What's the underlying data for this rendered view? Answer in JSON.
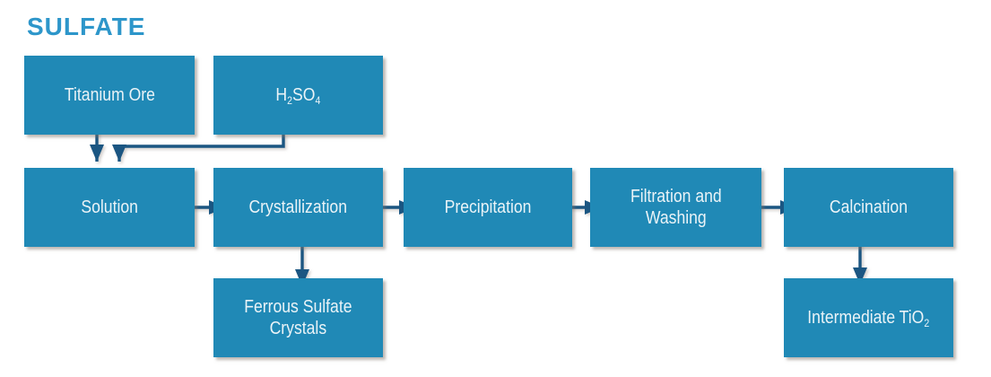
{
  "title": "SULFATE",
  "colors": {
    "box": "#2089b6",
    "arrow": "#1b5682",
    "title": "#2d96ca",
    "text": "#eaf3f7"
  },
  "nodes": {
    "titanium_ore": {
      "label": "Titanium Ore"
    },
    "h2so4": {
      "parts": [
        "H",
        "2",
        "SO",
        "4"
      ]
    },
    "solution": {
      "label": "Solution"
    },
    "crystallization": {
      "label": "Crystallization"
    },
    "precipitation": {
      "label": "Precipitation"
    },
    "filtration_washing": {
      "lines": [
        "Filtration and",
        "Washing"
      ]
    },
    "calcination": {
      "label": "Calcination"
    },
    "ferrous_sulfate": {
      "lines": [
        "Ferrous Sulfate",
        "Crystals"
      ]
    },
    "intermediate_tio2": {
      "parts": [
        "Intermediate TiO",
        "2"
      ]
    }
  },
  "edges": [
    {
      "from": "titanium-ore",
      "to": "solution"
    },
    {
      "from": "h2so4",
      "to": "solution"
    },
    {
      "from": "solution",
      "to": "crystallization"
    },
    {
      "from": "crystallization",
      "to": "precipitation"
    },
    {
      "from": "crystallization",
      "to": "ferrous-sulfate-crystals"
    },
    {
      "from": "precipitation",
      "to": "filtration-and-washing"
    },
    {
      "from": "filtration-and-washing",
      "to": "calcination"
    },
    {
      "from": "calcination",
      "to": "intermediate-tio2"
    }
  ]
}
